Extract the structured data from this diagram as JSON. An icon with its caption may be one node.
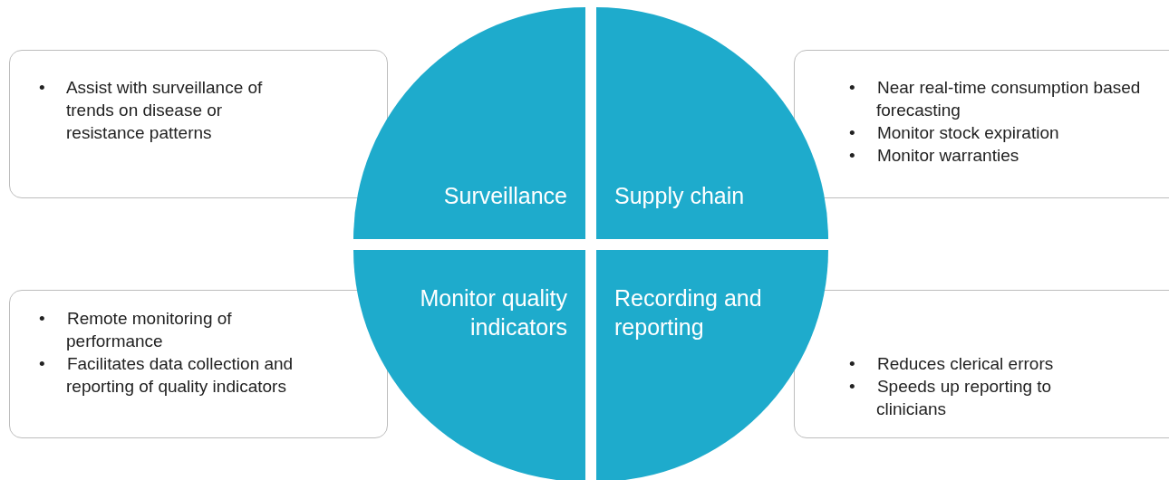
{
  "diagram": {
    "nodes": [
      {
        "text": [
          "• Assist with surveillance of trends on disease or resistance patterns"
        ]
      },
      {
        "text": [
          "Surveillance"
        ]
      },
      {
        "text": [
          "Supply chain"
        ]
      },
      {
        "text": [
          "• Near real-time consumption based forecasting",
          "• Monitor stock expiration",
          "• Monitor warranties"
        ]
      },
      {
        "text": [
          "• Remote monitoring of performance",
          "• Facilitates data collection and reporting of quality indicators"
        ]
      },
      {
        "text": [
          "Monitor quality indicators"
        ]
      },
      {
        "text": [
          "Recording and reporting"
        ]
      },
      {
        "text": [
          "• Reduces clerical errors",
          "• Speeds up reporting to clinicians"
        ]
      }
    ],
    "edges": []
  }
}
